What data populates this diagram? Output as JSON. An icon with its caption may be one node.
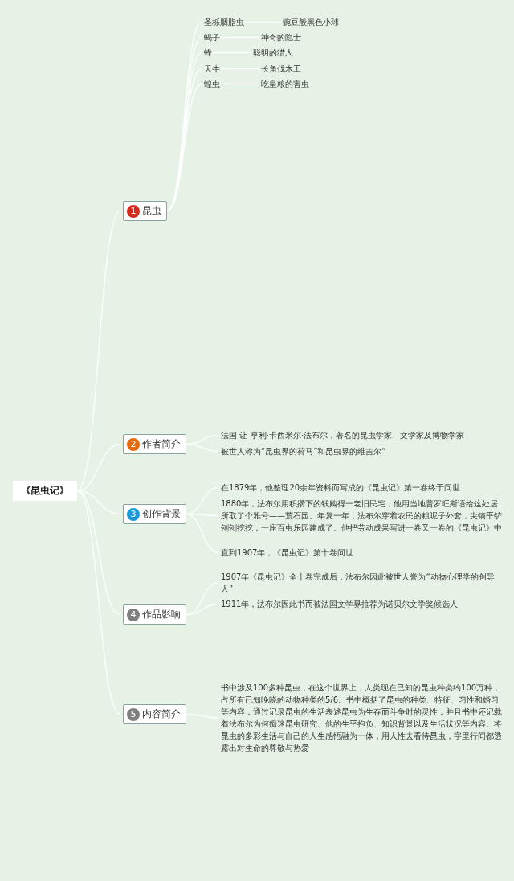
{
  "diagram": {
    "nodes": [
      {
        "text": [
          "《昆虫记》"
        ]
      },
      {
        "text": [
          "1",
          "昆虫"
        ]
      },
      {
        "text": [
          "圣栎胭脂虫"
        ]
      },
      {
        "text": [
          "蝎子"
        ]
      },
      {
        "text": [
          "蜂"
        ]
      },
      {
        "text": [
          "天牛"
        ]
      },
      {
        "text": [
          "蝗虫"
        ]
      },
      {
        "text": [
          "豌豆般黑色小球"
        ]
      },
      {
        "text": [
          "神奇的隐士"
        ]
      },
      {
        "text": [
          "聪明的猎人"
        ]
      },
      {
        "text": [
          "长角伐木工"
        ]
      },
      {
        "text": [
          "吃皇粮的害虫"
        ]
      },
      {
        "text": [
          "2",
          "作者简介"
        ]
      },
      {
        "text": [
          "法国 让-亨利·卡西米尔·法布尔，著名的昆虫学家、文学家及博物学家"
        ]
      },
      {
        "text": [
          "被世人称为“昆虫界的荷马”和昆虫界的维吉尔“"
        ]
      },
      {
        "text": [
          "3",
          "创作背景"
        ]
      },
      {
        "text": [
          "在1879年，他整理20余年资料而写成的《昆虫记》第一卷终于问世"
        ]
      },
      {
        "text": [
          "1880年，法布尔用积攒下的钱购得一老旧民宅，他用当地普罗旺斯语给这处居所取了个雅号——荒石园。年复一年，法布尔穿着农民的粗呢子外套，尖镐平铲刨刨挖挖，一座百虫乐园建成了。他把劳动成果写进一卷又一卷的《昆虫记》中"
        ]
      },
      {
        "text": [
          "直到1907年，《昆虫记》第十卷问世"
        ]
      },
      {
        "text": [
          "4",
          "作品影响"
        ]
      },
      {
        "text": [
          "1907年《昆虫记》全十卷完成后，法布尔因此被世人誉为“动物心理学的创导人”"
        ]
      },
      {
        "text": [
          "1911年，法布尔因此书而被法国文学界推荐为诺贝尔文学奖候选人"
        ]
      },
      {
        "text": [
          "5",
          "内容简介"
        ]
      },
      {
        "text": [
          "书中涉及100多种昆虫，在这个世界上，人类现在已知的昆虫种类约100万种，占所有已知晚晓的动物种类的5/6。书中概括了昆虫的种类、特征、习性和婚习等内容，通过记录昆虫的生活表述昆虫为生存而斗争时的灵性，并且书中还记载着法布尔为何痴迷昆虫研究、他的生平抱负、知识背景以及生活状况等内容。将昆虫的多彩生活与自己的人生感悟融为一体，用人性去看待昆虫，字里行间都透露出对生命的尊敬与热爱"
        ]
      }
    ],
    "edges": [
      {
        "from": 0,
        "to": 1,
        "arrow": "none"
      },
      {
        "from": 1,
        "to": 2,
        "arrow": "none"
      },
      {
        "from": 1,
        "to": 3,
        "arrow": "none"
      },
      {
        "from": 1,
        "to": 4,
        "arrow": "none"
      },
      {
        "from": 1,
        "to": 5,
        "arrow": "none"
      },
      {
        "from": 1,
        "to": 6,
        "arrow": "none"
      },
      {
        "from": 2,
        "to": 7,
        "arrow": "none"
      },
      {
        "from": 3,
        "to": 8,
        "arrow": "none"
      },
      {
        "from": 4,
        "to": 9,
        "arrow": "none"
      },
      {
        "from": 5,
        "to": 10,
        "arrow": "none"
      },
      {
        "from": 6,
        "to": 11,
        "arrow": "none"
      },
      {
        "from": 0,
        "to": 12,
        "arrow": "none"
      },
      {
        "from": 12,
        "to": 13,
        "arrow": "none"
      },
      {
        "from": 12,
        "to": 14,
        "arrow": "none"
      },
      {
        "from": 0,
        "to": 15,
        "arrow": "none"
      },
      {
        "from": 15,
        "to": 16,
        "arrow": "none"
      },
      {
        "from": 15,
        "to": 17,
        "arrow": "none"
      },
      {
        "from": 15,
        "to": 18,
        "arrow": "none"
      },
      {
        "from": 0,
        "to": 19,
        "arrow": "none"
      },
      {
        "from": 19,
        "to": 20,
        "arrow": "none"
      },
      {
        "from": 19,
        "to": 21,
        "arrow": "none"
      },
      {
        "from": 0,
        "to": 22,
        "arrow": "none"
      },
      {
        "from": 22,
        "to": 23,
        "arrow": "none"
      }
    ]
  }
}
